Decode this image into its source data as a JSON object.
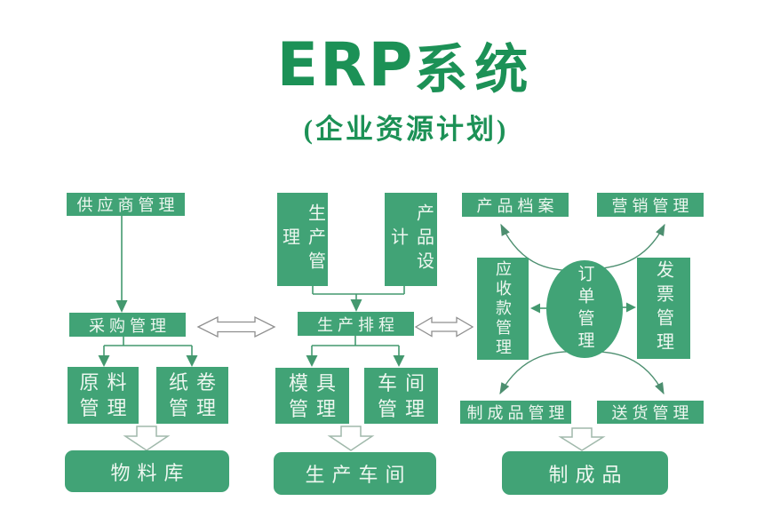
{
  "title": {
    "en": "ERP",
    "zh": "系统",
    "subtitle": "(企业资源计划)"
  },
  "colors": {
    "box_green": "#41a376",
    "title_green": "#1c9156",
    "box_text": "#eef7f0",
    "thin_arrow_green": "#44996f",
    "arc_arrow_green": "#4d8f70",
    "double_arrow_outline": "#8f8f8f",
    "block_arrow_outline": "#a0b9ab",
    "background": "#ffffff"
  },
  "nodes": {
    "supplier": {
      "label": "供应商管理"
    },
    "purchasing": {
      "label": "采购管理"
    },
    "raw_material": {
      "line1": "原料",
      "line2": "管理"
    },
    "paper_roll": {
      "line1": "纸卷",
      "line2": "管理"
    },
    "material_warehouse": {
      "label": "物料库"
    },
    "production_mgmt": {
      "label": "生产管理"
    },
    "product_design": {
      "label": "产品设计"
    },
    "production_scheduling": {
      "label": "生产排程"
    },
    "mold": {
      "line1": "模具",
      "line2": "管理"
    },
    "workshop": {
      "line1": "车间",
      "line2": "管理"
    },
    "production_workshop": {
      "label": "生产车间"
    },
    "product_archive": {
      "label": "产品档案"
    },
    "marketing": {
      "label": "营销管理"
    },
    "receivables": {
      "label": "应收款管理"
    },
    "order_mgmt": {
      "label": "订单管理"
    },
    "invoice": {
      "label": "发票管理"
    },
    "finished_goods_mgmt": {
      "label": "制成品管理"
    },
    "delivery": {
      "label": "送货管理"
    },
    "finished_goods": {
      "label": "制成品"
    }
  }
}
